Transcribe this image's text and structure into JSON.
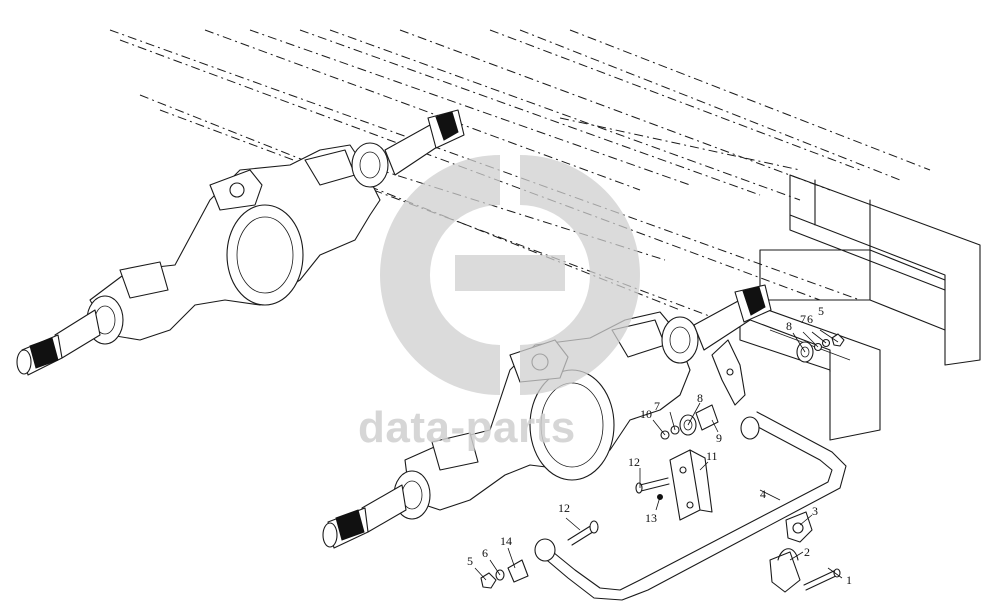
{
  "watermark": {
    "text": "data-parts",
    "color": "#cfcfcf"
  },
  "callouts": {
    "c1": "1",
    "c2": "2",
    "c3": "3",
    "c4": "4",
    "c5a": "5",
    "c6a": "6",
    "c7a": "7",
    "c8a": "8",
    "c5b": "5",
    "c6b": "6",
    "c7b": "7",
    "c8b": "8",
    "c9": "9",
    "c10": "10",
    "c11": "11",
    "c12a": "12",
    "c12b": "12",
    "c13": "13",
    "c14": "14"
  }
}
